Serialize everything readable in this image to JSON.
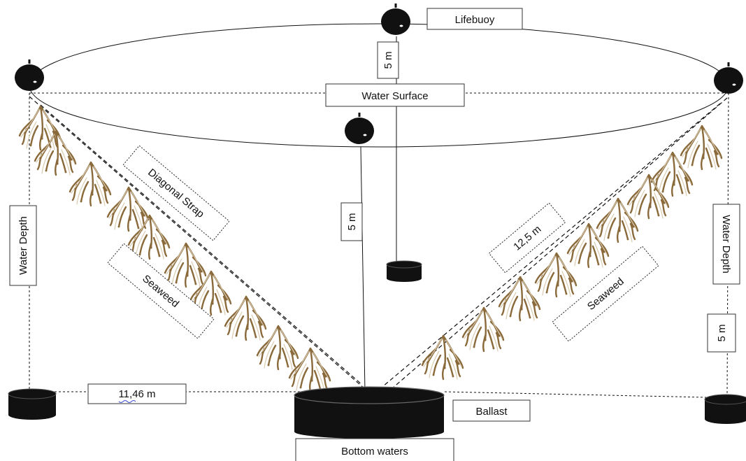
{
  "labels": {
    "lifebuoy": "Lifebuoy",
    "water_surface": "Water Surface",
    "top_depth": "5 m",
    "center_depth": "5 m",
    "right_small_depth": "5 m",
    "water_depth_left": "Water Depth",
    "water_depth_right": "Water Depth",
    "diagonal_strap": "Diagonal Strap",
    "seaweed_left": "Seaweed",
    "seaweed_right": "Seaweed",
    "diagonal_length": "12,5 m",
    "horizontal_distance": "11,46 m",
    "ballast": "Ballast",
    "bottom_waters": "Bottom waters"
  },
  "colors": {
    "buoy": "#111111",
    "ballast": "#111111",
    "seaweed": "#8a6a3a",
    "line": "#111111"
  },
  "icons": {
    "buoy": "lifebuoy-icon",
    "weight": "ballast-weight-icon",
    "seaweed": "seaweed-icon"
  }
}
